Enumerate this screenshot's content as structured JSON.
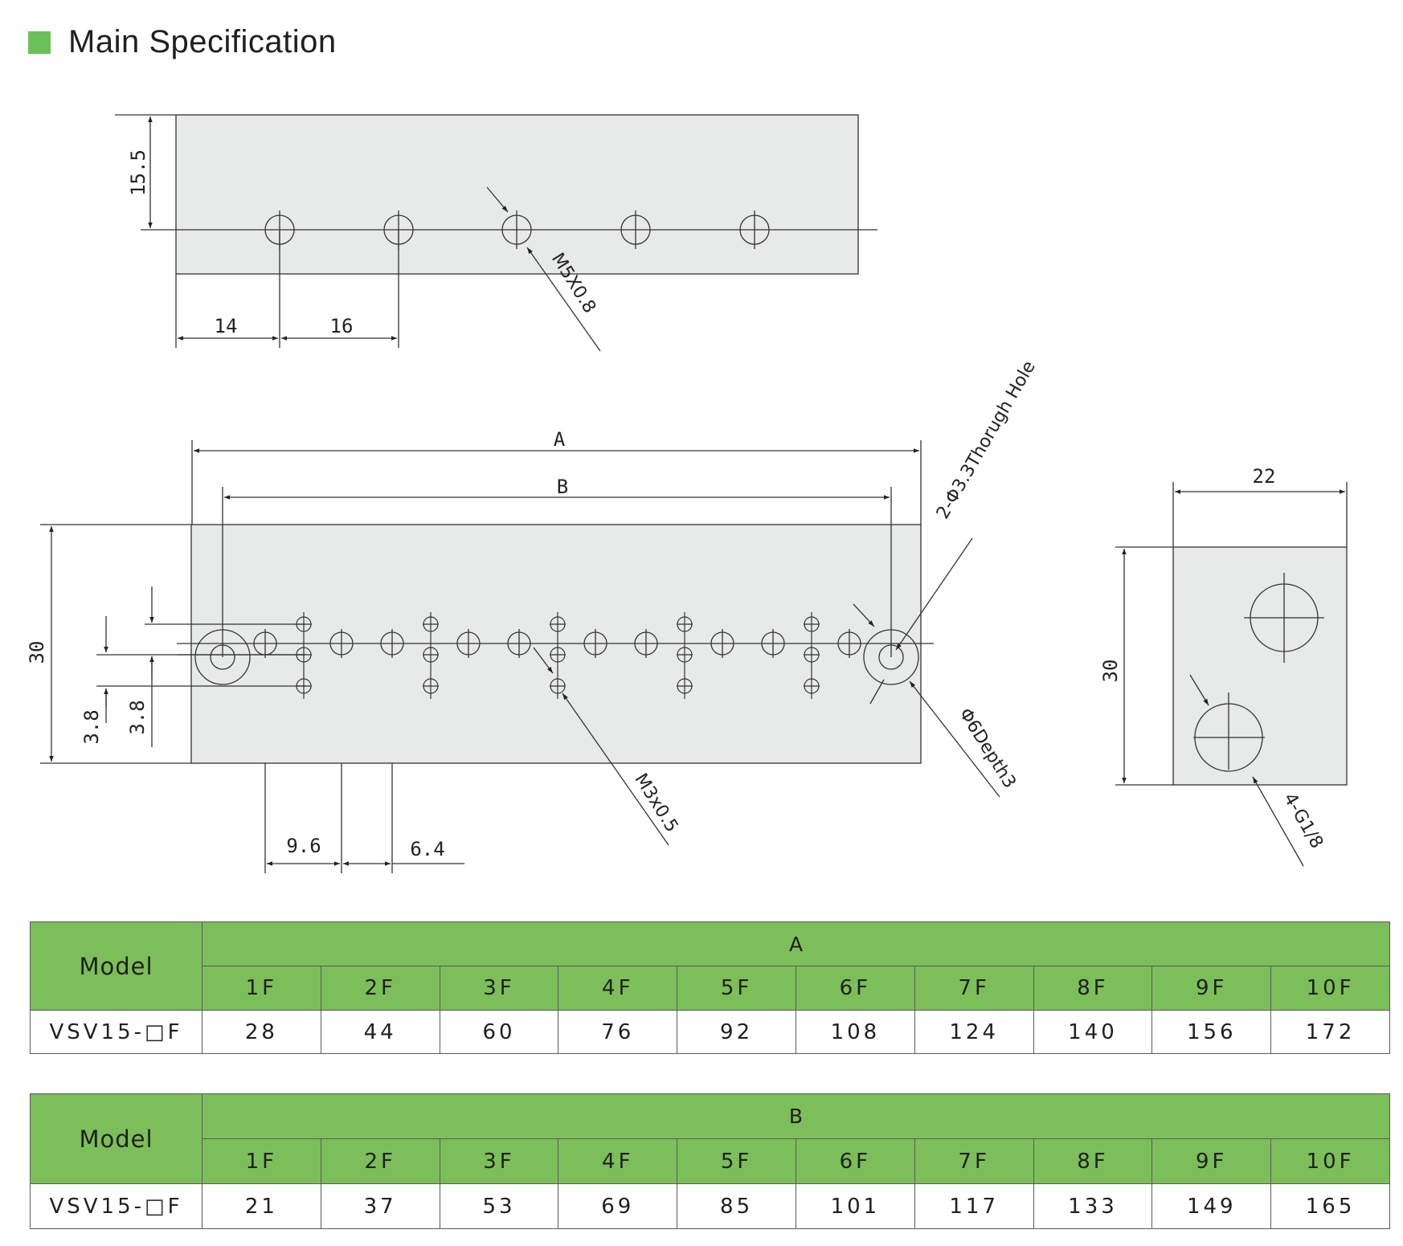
{
  "header": {
    "title": "Main Specification",
    "accent_color": "#6cc05a"
  },
  "diagram": {
    "top_view": {
      "height": "15.5",
      "dim_1": "14",
      "dim_2": "16",
      "thread": "M5X0.8"
    },
    "front_view": {
      "label_a": "A",
      "label_b": "B",
      "height": "30",
      "offset_1": "3.8",
      "offset_2": "3.8",
      "pitch_1": "9.6",
      "pitch_2": "6.4",
      "thread": "M3x0.5",
      "through_hole": "2-Φ3.3Thorugh Hole",
      "counterbore": "Φ6Depth3"
    },
    "side_view": {
      "width": "22",
      "height": "30",
      "port": "4-G1/8"
    },
    "fill_color": "#e8e9e9",
    "line_color": "#333333"
  },
  "tables": [
    {
      "model_header": "Model",
      "group_header": "A",
      "columns": [
        "1F",
        "2F",
        "3F",
        "4F",
        "5F",
        "6F",
        "7F",
        "8F",
        "9F",
        "10F"
      ],
      "model": "VSV15-□F",
      "values": [
        "28",
        "44",
        "60",
        "76",
        "92",
        "108",
        "124",
        "140",
        "156",
        "172"
      ]
    },
    {
      "model_header": "Model",
      "group_header": "B",
      "columns": [
        "1F",
        "2F",
        "3F",
        "4F",
        "5F",
        "6F",
        "7F",
        "8F",
        "9F",
        "10F"
      ],
      "model": "VSV15-□F",
      "values": [
        "21",
        "37",
        "53",
        "69",
        "85",
        "101",
        "117",
        "133",
        "149",
        "165"
      ]
    }
  ],
  "table_header_color": "#7cbe5a"
}
